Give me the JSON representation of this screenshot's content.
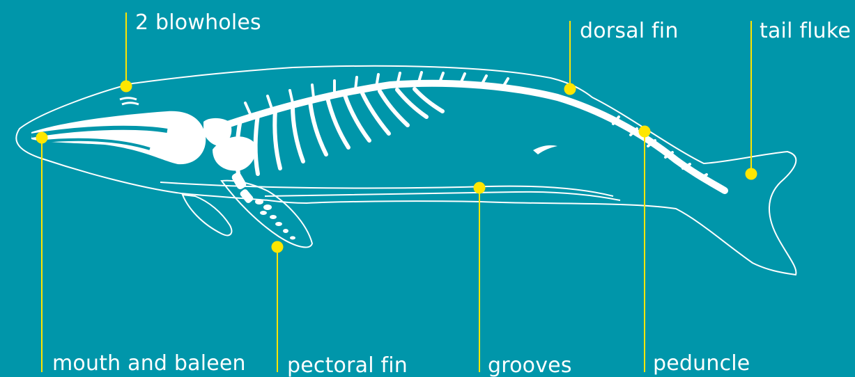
{
  "diagram": {
    "colors": {
      "background": "#0096aa",
      "outline": "#ffffff",
      "leader": "#ffe600"
    },
    "labels": {
      "blowholes": "2 blowholes",
      "dorsal_fin": "dorsal fin",
      "tail_fluke": "tail fluke",
      "mouth_baleen": "mouth and baleen",
      "pectoral_fin": "pectoral fin",
      "grooves": "grooves",
      "peduncle": "peduncle"
    }
  }
}
